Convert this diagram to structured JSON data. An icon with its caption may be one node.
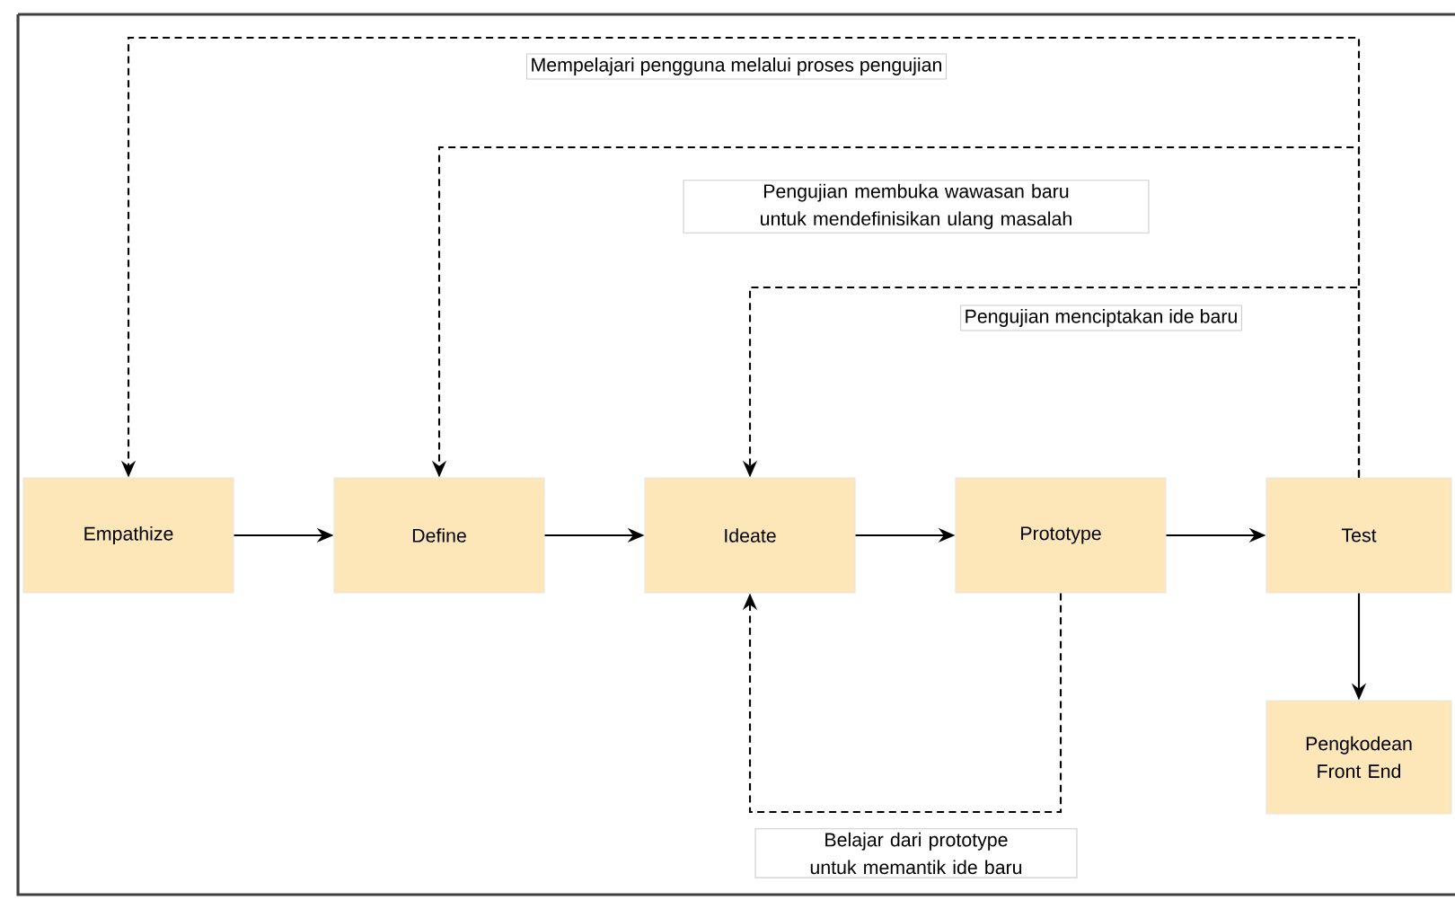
{
  "diagram": {
    "nodes": [
      {
        "text": [
          "Empathize"
        ]
      },
      {
        "text": [
          "Define"
        ]
      },
      {
        "text": [
          "Ideate"
        ]
      },
      {
        "text": [
          "Prototype"
        ]
      },
      {
        "text": [
          "Test"
        ]
      },
      {
        "text": [
          "Pengkodean Front End"
        ]
      }
    ],
    "edges": [
      {
        "from": 0,
        "to": 1,
        "arrow": "to"
      },
      {
        "from": 1,
        "to": 2,
        "arrow": "to"
      },
      {
        "from": 2,
        "to": 3,
        "arrow": "to"
      },
      {
        "from": 3,
        "to": 4,
        "arrow": "to"
      },
      {
        "from": 4,
        "to": 5,
        "arrow": "to"
      },
      {
        "from": 4,
        "to": 0,
        "arrow": "to",
        "style": "dashed",
        "label": "Mempelajari pengguna melalui proses pengujian"
      },
      {
        "from": 4,
        "to": 1,
        "arrow": "to",
        "style": "dashed",
        "label": "Pengujian membuka wawasan baru untuk mendefinisikan ulang masalah"
      },
      {
        "from": 4,
        "to": 2,
        "arrow": "to",
        "style": "dashed",
        "label": "Pengujian menciptakan ide baru"
      },
      {
        "from": 3,
        "to": 2,
        "arrow": "to",
        "style": "dashed",
        "label": "Belajar dari prototype untuk memantik ide baru"
      }
    ]
  }
}
